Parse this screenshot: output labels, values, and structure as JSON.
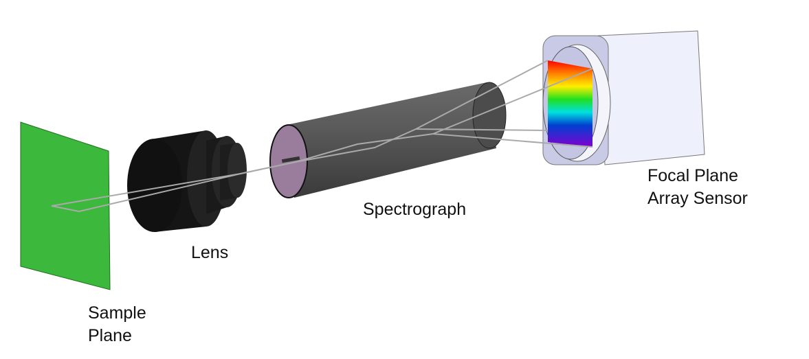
{
  "labels": {
    "sample_plane": [
      "Sample",
      "Plane"
    ],
    "lens": "Lens",
    "spectrograph": "Spectrograph",
    "sensor": [
      "Focal Plane",
      "Array Sensor"
    ]
  },
  "colors": {
    "sample": "#3cb83c",
    "lens": "#1c1c1c",
    "spectrograph_body": "#5a5a5a",
    "spectrograph_face": "#9a7d9c",
    "sensor_housing": "#dfe2f5",
    "ray": "#aaaaaa"
  }
}
